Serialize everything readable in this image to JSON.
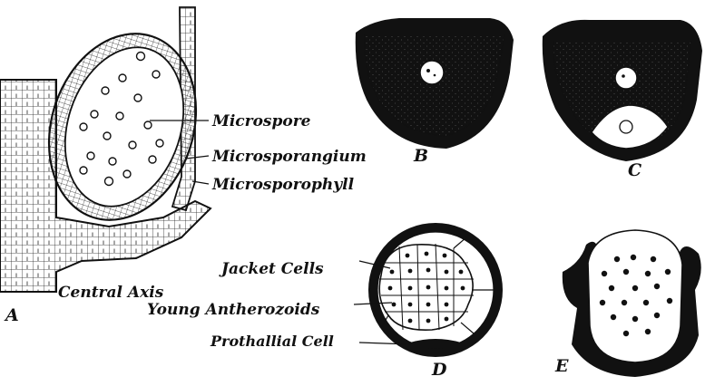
{
  "labels": {
    "microspore": "Microspore",
    "microsporangium": "Microsporangium",
    "microsporophyll": "Microsporophyll",
    "central_axis": "Central Axis",
    "jacket_cells": "Jacket Cells",
    "young_antherozoids": "Young Antherozoids",
    "prothallial_cell": "Prothallial Cell"
  },
  "panels": {
    "a": "A",
    "b": "B",
    "c": "C",
    "d": "D",
    "e": "E"
  },
  "colors": {
    "ink": "#111111",
    "background": "#ffffff"
  }
}
